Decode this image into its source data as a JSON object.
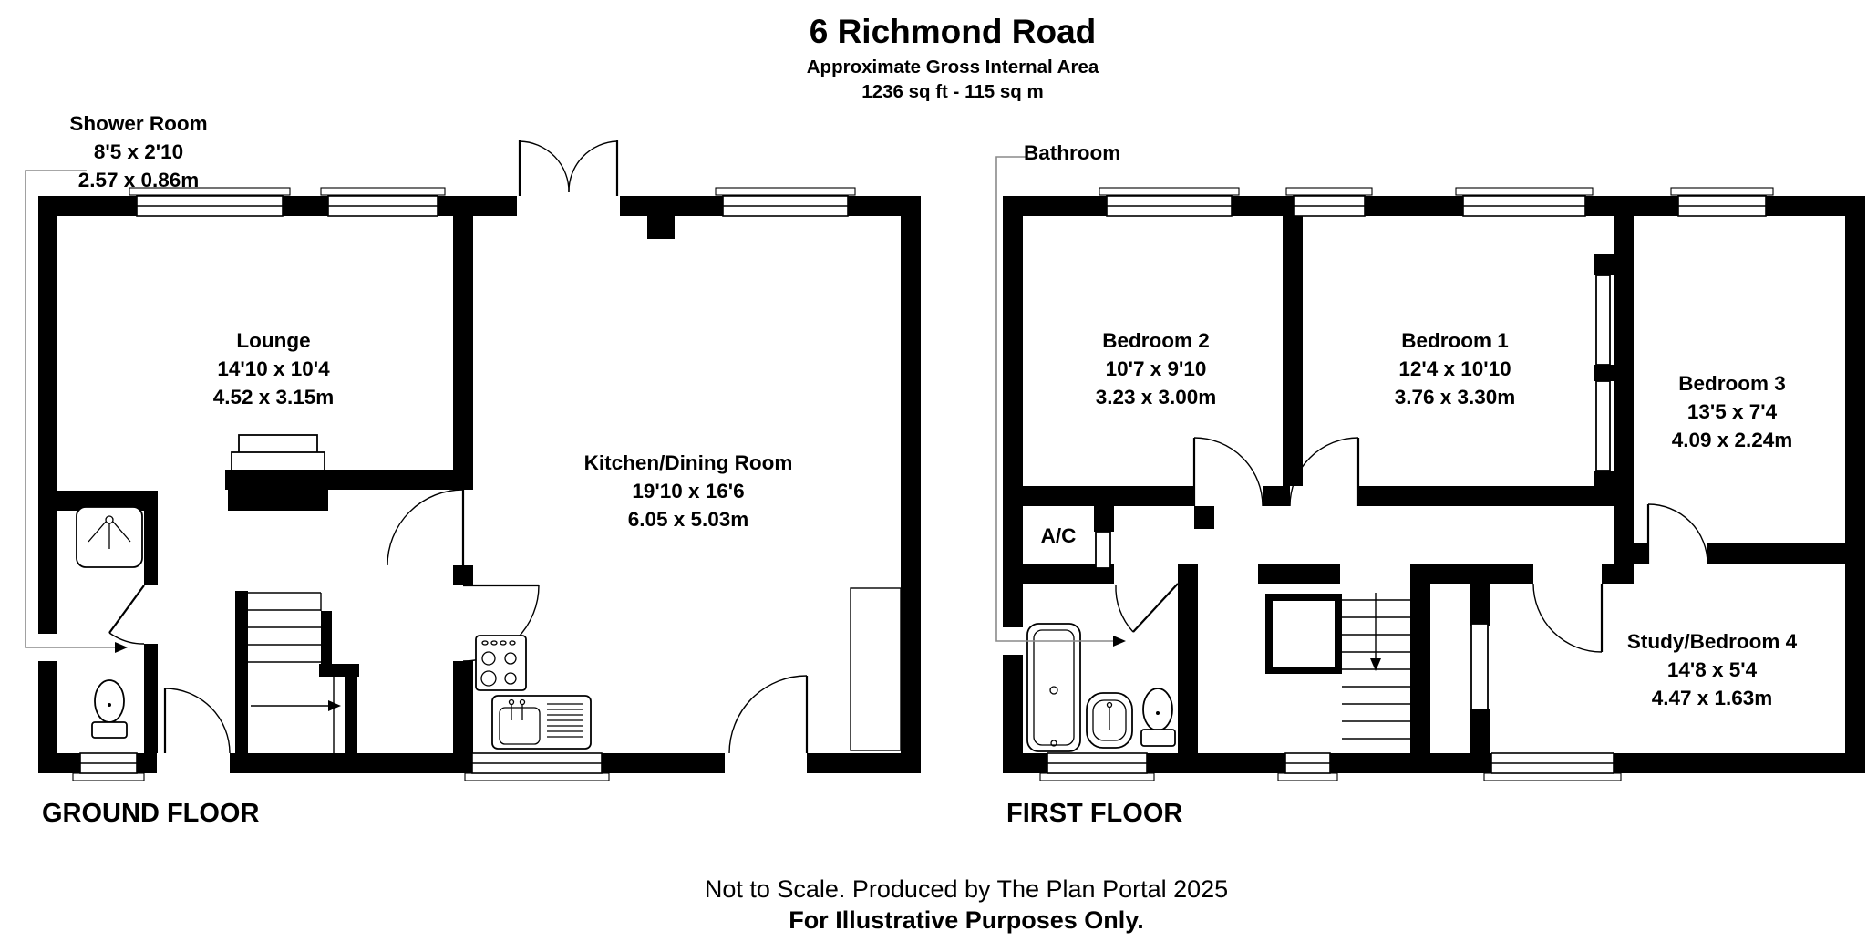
{
  "title": {
    "address": "6 Richmond Road",
    "subtitle": "Approximate Gross Internal Area",
    "area": "1236 sq ft - 115 sq m"
  },
  "floors": [
    {
      "label": "GROUND FLOOR",
      "rooms": [
        {
          "name": "Shower Room",
          "imperial": "8'5 x 2'10",
          "metric": "2.57 x 0.86m"
        },
        {
          "name": "Lounge",
          "imperial": "14'10 x 10'4",
          "metric": "4.52 x 3.15m"
        },
        {
          "name": "Kitchen/Dining Room",
          "imperial": "19'10 x 16'6",
          "metric": "6.05 x 5.03m"
        }
      ]
    },
    {
      "label": "FIRST FLOOR",
      "rooms": [
        {
          "name": "Bathroom"
        },
        {
          "name": "Bedroom 2",
          "imperial": "10'7 x 9'10",
          "metric": "3.23 x 3.00m"
        },
        {
          "name": "Bedroom 1",
          "imperial": "12'4 x 10'10",
          "metric": "3.76 x 3.30m"
        },
        {
          "name": "Bedroom 3",
          "imperial": "13'5 x 7'4",
          "metric": "4.09 x 2.24m"
        },
        {
          "name": "A/C"
        },
        {
          "name": "Study/Bedroom 4",
          "imperial": "14'8 x 5'4",
          "metric": "4.47 x 1.63m"
        }
      ]
    }
  ],
  "footer": {
    "line1": "Not to Scale. Produced by The Plan Portal 2025",
    "line2": "For Illustrative Purposes Only."
  },
  "fixtures": [
    "shower-tray",
    "toilet",
    "bath",
    "basin",
    "kitchen-sink",
    "hob",
    "stairs",
    "fireplace",
    "wardrobe",
    "cupboard"
  ],
  "colors": {
    "wall": "#000000",
    "background": "#ffffff",
    "leader": "#8a8a8a"
  }
}
